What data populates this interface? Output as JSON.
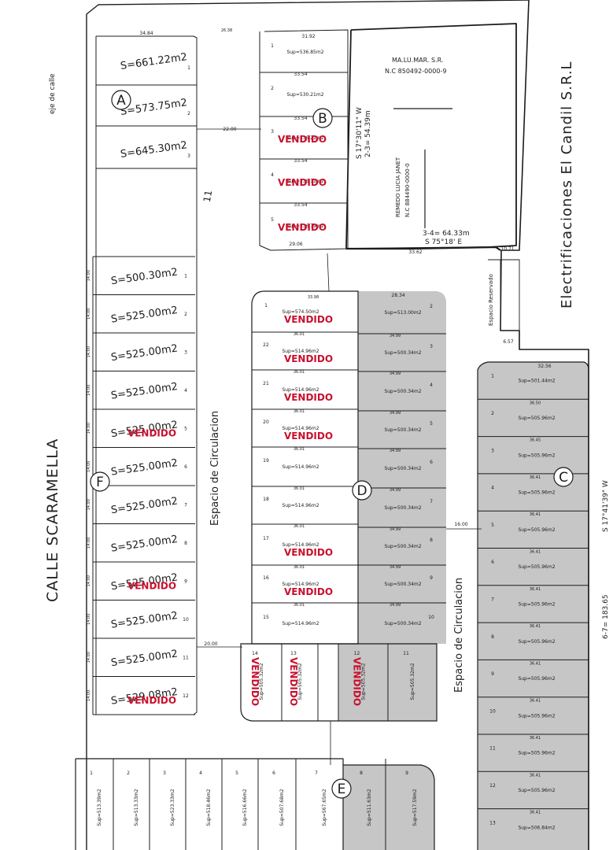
{
  "streets": {
    "left": "CALLE SCARAMELLA",
    "left_axis": "eje de calle",
    "right_company": "Electrificaciones El Candil S.R.L",
    "circ_left": "Espacio de Circulacion",
    "circ_right": "Espacio de Circulacion",
    "reserved": "Espacio Reservado"
  },
  "owners": {
    "malumar_name": "MA.LU.MAR. S.R.",
    "malumar_nc": "N.C 850492-0000-9",
    "remedo_name": "REMEDO LUCIA JANET",
    "remedo_nc": "N.C 884490-0000-0"
  },
  "bearings": {
    "b23": "S 17°30'11\" W",
    "b23_len": "2-3= 54.39m",
    "b34": "3-4= 64.33m",
    "b34_dir": "S 75°18' E",
    "right_bearing": "S 17°41'39\" W",
    "right_len": "6-7= 183.65"
  },
  "blocks": {
    "A": "A",
    "B": "B",
    "C": "C",
    "D": "D",
    "E": "E",
    "F": "F"
  },
  "lot_11": "11",
  "sold_label": "VENDIDO",
  "block_a_lots": [
    {
      "n": "1",
      "area": "S=661.22m2"
    },
    {
      "n": "2",
      "area": "S=573.75m2"
    },
    {
      "n": "3",
      "area": "S=645.30m2"
    }
  ],
  "block_f_lots": [
    {
      "n": "1",
      "area": "S=500.30m2",
      "sold": false
    },
    {
      "n": "2",
      "area": "S=525.00m2",
      "sold": false
    },
    {
      "n": "3",
      "area": "S=525.00m2",
      "sold": false
    },
    {
      "n": "4",
      "area": "S=525.00m2",
      "sold": false
    },
    {
      "n": "5",
      "area": "S=525.00m2",
      "sold": true
    },
    {
      "n": "6",
      "area": "S=525.00m2",
      "sold": false
    },
    {
      "n": "7",
      "area": "S=525.00m2",
      "sold": false
    },
    {
      "n": "8",
      "area": "S=525.00m2",
      "sold": false
    },
    {
      "n": "9",
      "area": "S=525.00m2",
      "sold": true
    },
    {
      "n": "10",
      "area": "S=525.00m2",
      "sold": false
    },
    {
      "n": "11",
      "area": "S=525.00m2",
      "sold": false
    },
    {
      "n": "12",
      "area": "S=529.08m2",
      "sold": true
    }
  ],
  "block_b_lots": [
    {
      "n": "1",
      "area": "Sup=536.85m2",
      "sold": false
    },
    {
      "n": "2",
      "area": "Sup=530.21m2",
      "sold": false
    },
    {
      "n": "3",
      "area": "Sup=536.21m2",
      "sold": true
    },
    {
      "n": "4",
      "area": "Sup=536.31m2",
      "sold": true
    },
    {
      "n": "5",
      "area": "Sup=536.79m2",
      "sold": true
    }
  ],
  "block_d_left": [
    {
      "n": "1",
      "area": "Sup=574.50m2",
      "sold": true
    },
    {
      "n": "22",
      "area": "Sup=514.96m2",
      "sold": true
    },
    {
      "n": "21",
      "area": "Sup=514.96m2",
      "sold": true
    },
    {
      "n": "20",
      "area": "Sup=514.96m2",
      "sold": true
    },
    {
      "n": "19",
      "area": "Sup=514.96m2",
      "sold": false
    },
    {
      "n": "18",
      "area": "Sup=514.96m2",
      "sold": false
    },
    {
      "n": "17",
      "area": "Sup=514.96m2",
      "sold": true
    },
    {
      "n": "16",
      "area": "Sup=514.96m2",
      "sold": true
    },
    {
      "n": "15",
      "area": "Sup=514.96m2",
      "sold": false
    }
  ],
  "block_d_right": [
    {
      "n": "2",
      "area": "Sup=513.00m2"
    },
    {
      "n": "3",
      "area": "Sup=500.34m2"
    },
    {
      "n": "4",
      "area": "Sup=500.34m2"
    },
    {
      "n": "5",
      "area": "Sup=500.34m2"
    },
    {
      "n": "6",
      "area": "Sup=500.34m2"
    },
    {
      "n": "7",
      "area": "Sup=500.34m2"
    },
    {
      "n": "8",
      "area": "Sup=500.34m2"
    },
    {
      "n": "9",
      "area": "Sup=500.34m2"
    },
    {
      "n": "10",
      "area": "Sup=500.34m2"
    }
  ],
  "block_d_bottom": [
    {
      "n": "14",
      "area": "Sup=505.32m2",
      "sold": true
    },
    {
      "n": "13",
      "area": "Sup=505.32m2",
      "sold": true
    },
    {
      "n": "12",
      "area": "Sup=505.32m2",
      "sold": true
    },
    {
      "n": "11",
      "area": "Sup=505.32m2",
      "sold": false
    }
  ],
  "block_c_lots": [
    {
      "n": "1",
      "area": "Sup=501.44m2"
    },
    {
      "n": "2",
      "area": "Sup=505.96m2"
    },
    {
      "n": "3",
      "area": "Sup=505.96m2"
    },
    {
      "n": "4",
      "area": "Sup=505.96m2"
    },
    {
      "n": "5",
      "area": "Sup=505.96m2"
    },
    {
      "n": "6",
      "area": "Sup=505.96m2"
    },
    {
      "n": "7",
      "area": "Sup=505.96m2"
    },
    {
      "n": "8",
      "area": "Sup=505.96m2"
    },
    {
      "n": "9",
      "area": "Sup=505.96m2"
    },
    {
      "n": "10",
      "area": "Sup=505.96m2"
    },
    {
      "n": "11",
      "area": "Sup=505.96m2"
    },
    {
      "n": "12",
      "area": "Sup=505.96m2"
    },
    {
      "n": "13",
      "area": "Sup=506.84m2"
    }
  ],
  "block_e_lots": [
    {
      "n": "1",
      "area": "Sup=513.39m2"
    },
    {
      "n": "2",
      "area": "Sup=513.33m2"
    },
    {
      "n": "3",
      "area": "Sup=523.33m2"
    },
    {
      "n": "4",
      "area": "Sup=518.46m2"
    },
    {
      "n": "5",
      "area": "Sup=516.66m2"
    },
    {
      "n": "6",
      "area": "Sup=507.68m2"
    },
    {
      "n": "7",
      "area": "Sup=567.65m2"
    },
    {
      "n": "8",
      "area": "Sup=511.63m2"
    },
    {
      "n": "9",
      "area": "Sup=517.59m2"
    }
  ],
  "dims": {
    "a_top": "34.84",
    "f_street_gap": "22.00",
    "f_street_gap2": "20.00",
    "b_top": "31.92",
    "b_w1": "33.54",
    "b_w2": "33.54",
    "b_w3": "33.54",
    "b_w4": "33.54",
    "b_bottom": "29.06",
    "mid_bottom": "33.62",
    "mid_right": "10.71",
    "d_top": "28.34",
    "d_w": "36.01",
    "d_rw": "34.99",
    "c_top": "32.56",
    "c_w": "36.50",
    "c_w2": "36.45",
    "c_w3": "36.41",
    "circ_gap": "16.00",
    "res_w": "6.57",
    "top_dim": "26.38"
  }
}
